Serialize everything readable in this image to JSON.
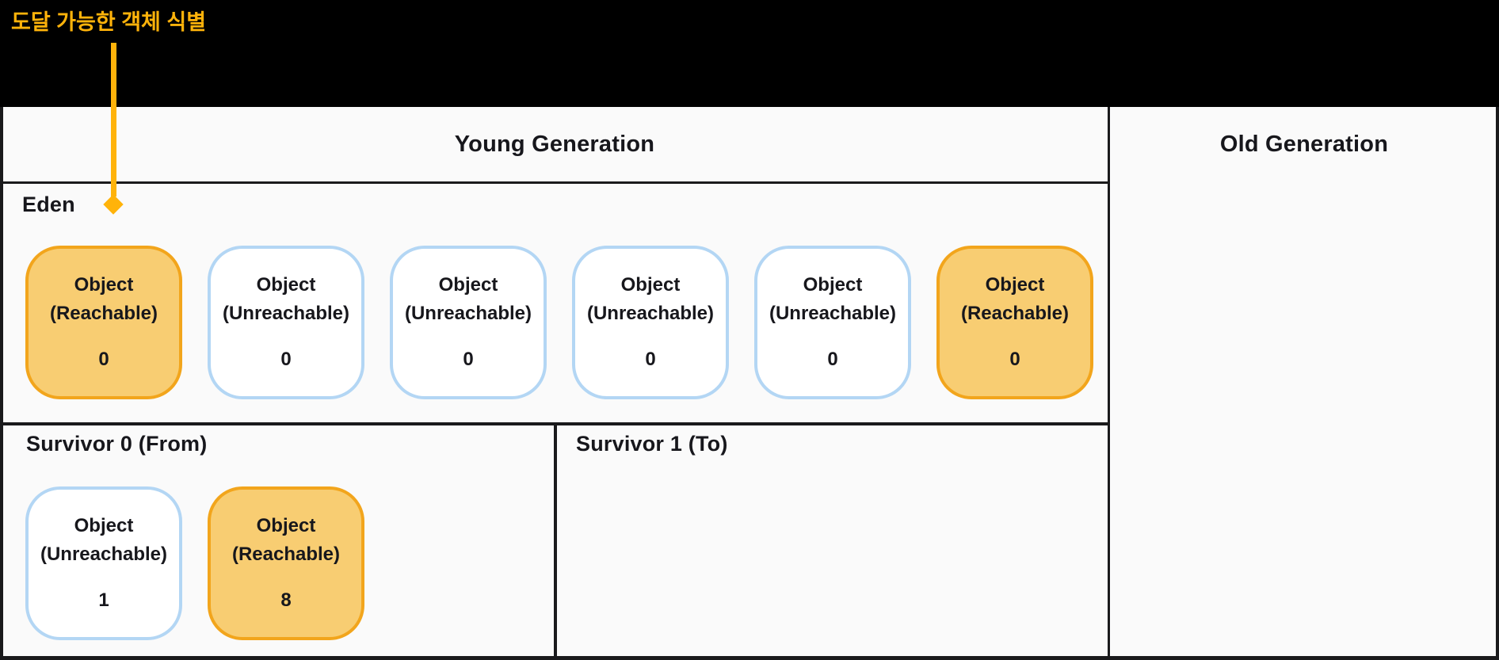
{
  "annotation": {
    "label": "도달 가능한 객체 식별"
  },
  "young": {
    "title": "Young Generation",
    "eden": {
      "label": "Eden",
      "objects": [
        {
          "name": "Object",
          "state": "(Reachable)",
          "value": "0",
          "reachable": true
        },
        {
          "name": "Object",
          "state": "(Unreachable)",
          "value": "0",
          "reachable": false
        },
        {
          "name": "Object",
          "state": "(Unreachable)",
          "value": "0",
          "reachable": false
        },
        {
          "name": "Object",
          "state": "(Unreachable)",
          "value": "0",
          "reachable": false
        },
        {
          "name": "Object",
          "state": "(Unreachable)",
          "value": "0",
          "reachable": false
        },
        {
          "name": "Object",
          "state": "(Reachable)",
          "value": "0",
          "reachable": true
        }
      ]
    },
    "survivor0": {
      "label": "Survivor 0 (From)",
      "objects": [
        {
          "name": "Object",
          "state": "(Unreachable)",
          "value": "1",
          "reachable": false
        },
        {
          "name": "Object",
          "state": "(Reachable)",
          "value": "8",
          "reachable": true
        }
      ]
    },
    "survivor1": {
      "label": "Survivor 1 (To)",
      "objects": []
    }
  },
  "old": {
    "title": "Old Generation",
    "objects": []
  },
  "colors": {
    "background": "#FAFAFA",
    "line": "#1A1A1C",
    "text": "#17171C",
    "reachable_fill": "#F8CD72",
    "reachable_border": "#F2A51C",
    "unreachable_fill": "#FFFFFF",
    "unreachable_border": "#B3D6F4",
    "annotation": "#FFB30A"
  }
}
